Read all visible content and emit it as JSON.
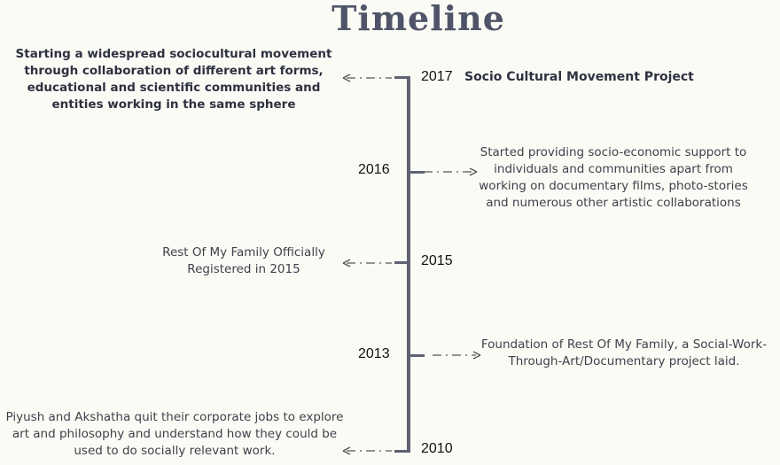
{
  "title": "Timeline",
  "events": [
    {
      "year": "2017",
      "heading": "Socio Cultural Movement Project",
      "description": "Starting a widespread sociocultural movement through collaboration of different art forms, educational and scientific communities and entities working in the same sphere"
    },
    {
      "year": "2016",
      "description": "Started providing socio-economic support to individuals and communities apart from working on documentary films, photo-stories and numerous other artistic collaborations"
    },
    {
      "year": "2015",
      "description": "Rest Of My Family Officially Registered in 2015"
    },
    {
      "year": "2013",
      "description": "Foundation of Rest Of My Family, a Social-Work-Through-Art/Documentary project laid."
    },
    {
      "year": "2010",
      "description": "Piyush and Akshatha quit their corporate jobs to explore art and philosophy and understand how they could be used to do socially relevant work."
    }
  ]
}
